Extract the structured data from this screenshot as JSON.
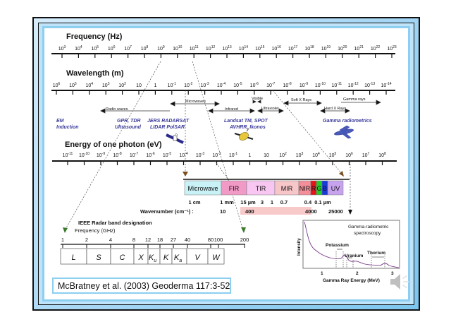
{
  "slide": {
    "frequency_axis": {
      "title": "Frequency (Hz)",
      "ticks": [
        "3",
        "4",
        "5",
        "6",
        "7",
        "8",
        "9",
        "10",
        "11",
        "12",
        "13",
        "14",
        "15",
        "16",
        "17",
        "18",
        "19",
        "20",
        "21",
        "22",
        "23"
      ],
      "base": "10"
    },
    "wavelength_axis": {
      "title": "Wavelength (m)",
      "ticks": [
        {
          "base": "10",
          "exp": "6"
        },
        {
          "base": "10",
          "exp": "5"
        },
        {
          "base": "10",
          "exp": "4"
        },
        {
          "base": "10",
          "exp": "3"
        },
        {
          "base": "10",
          "exp": "2"
        },
        {
          "base": "10",
          "exp": ""
        },
        {
          "base": "1",
          "exp": ""
        },
        {
          "base": "10",
          "exp": "-1"
        },
        {
          "base": "10",
          "exp": "-2"
        },
        {
          "base": "10",
          "exp": "-3"
        },
        {
          "base": "10",
          "exp": "-4"
        },
        {
          "base": "10",
          "exp": "-5"
        },
        {
          "base": "10",
          "exp": "-6"
        },
        {
          "base": "10",
          "exp": "-7"
        },
        {
          "base": "10",
          "exp": "-8"
        },
        {
          "base": "10",
          "exp": "-9"
        },
        {
          "base": "10",
          "exp": "-10"
        },
        {
          "base": "10",
          "exp": "-11"
        },
        {
          "base": "10",
          "exp": "-12"
        },
        {
          "base": "10",
          "exp": "-13"
        },
        {
          "base": "10",
          "exp": "-14"
        }
      ]
    },
    "regions": {
      "radio": "Radio waves",
      "microwaves": "Microwaves",
      "infrared": "Infrared",
      "visible": "Visible",
      "ultraviolet": "Ultraviolet",
      "soft_xrays": "Soft X Rays",
      "hard_xrays": "Hard X Rays",
      "gamma": "Gamma rays"
    },
    "applications": {
      "em_1": "EM",
      "em_2": "Induction",
      "gpr_1": "GPR, TDR",
      "gpr_2": "Ultrasound",
      "jers_1": "JERS RADARSAT",
      "jers_2": "LIDAR  PolSAR",
      "landsat_1": "Landsat TM, SPOT",
      "landsat_2": "AVHRR, Ikonos",
      "gamma_app": "Gamma radiometrics"
    },
    "energy_axis": {
      "title": "Energy of one photon (eV)",
      "ticks": [
        {
          "base": "10",
          "exp": "-11"
        },
        {
          "base": "10",
          "exp": "-10"
        },
        {
          "base": "10",
          "exp": "-9"
        },
        {
          "base": "10",
          "exp": "-8"
        },
        {
          "base": "10",
          "exp": "-7"
        },
        {
          "base": "10",
          "exp": "-6"
        },
        {
          "base": "10",
          "exp": "-5"
        },
        {
          "base": "10",
          "exp": "-4"
        },
        {
          "base": "10",
          "exp": "-3"
        },
        {
          "base": "10",
          "exp": "-2"
        },
        {
          "base": "10",
          "exp": "-1"
        },
        {
          "base": "1",
          "exp": ""
        },
        {
          "base": "10",
          "exp": ""
        },
        {
          "base": "10",
          "exp": "2"
        },
        {
          "base": "10",
          "exp": "3"
        },
        {
          "base": "10",
          "exp": "4"
        },
        {
          "base": "10",
          "exp": "5"
        },
        {
          "base": "10",
          "exp": "6"
        },
        {
          "base": "10",
          "exp": "7"
        },
        {
          "base": "10",
          "exp": "8"
        }
      ]
    },
    "spectrum_bands": [
      {
        "label": "Microwave",
        "color": "#c9f2f7"
      },
      {
        "label": "FIR",
        "color": "#f29ac6"
      },
      {
        "label": "TIR",
        "color": "#f7c6f1"
      },
      {
        "label": "MIR",
        "color": "#f6c6c8"
      },
      {
        "label": "NIR",
        "color": "#f48f9a"
      },
      {
        "label": "R",
        "color": "#e8141c"
      },
      {
        "label": "G",
        "color": "#22cc2a"
      },
      {
        "label": "B",
        "color": "#1a3ad8"
      },
      {
        "label": "UV",
        "color": "#c7a3ee"
      }
    ],
    "spectrum_wavelengths": [
      "1 cm",
      "1 mm",
      "15 µm",
      "3",
      "1",
      "0.7",
      "0.4",
      "0.1 µm"
    ],
    "wavenumber": {
      "label": "Wavenumber (cm⁻¹) :",
      "values": [
        "10",
        "400",
        "4000",
        "25000"
      ]
    },
    "radar": {
      "title": "IEEE Radar band designation",
      "subtitle": "Frequency (GHz)",
      "ticks": [
        "1",
        "2",
        "4",
        "8",
        "12",
        "18",
        "27",
        "40",
        "80",
        "100",
        "200"
      ],
      "bands": [
        {
          "letter": "L",
          "sub": ""
        },
        {
          "letter": "S",
          "sub": ""
        },
        {
          "letter": "C",
          "sub": ""
        },
        {
          "letter": "X",
          "sub": ""
        },
        {
          "letter": "K",
          "sub": "u"
        },
        {
          "letter": "K",
          "sub": ""
        },
        {
          "letter": "K",
          "sub": "a"
        },
        {
          "letter": "V",
          "sub": ""
        },
        {
          "letter": "W",
          "sub": ""
        }
      ]
    },
    "gamma_inset": {
      "title_1": "Gamma-radiometric",
      "title_2": "spectroscopy",
      "ylabel": "Intensity",
      "xlabel": "Gamma Ray Energy (MeV)",
      "xticks": [
        "1",
        "2",
        "3"
      ],
      "peaks": [
        "Potassium",
        "Uranium",
        "Thorium"
      ]
    },
    "citation": "McBratney et al. (2003) Geoderma 117:3-52",
    "speaker_icon": "speaker-icon"
  }
}
